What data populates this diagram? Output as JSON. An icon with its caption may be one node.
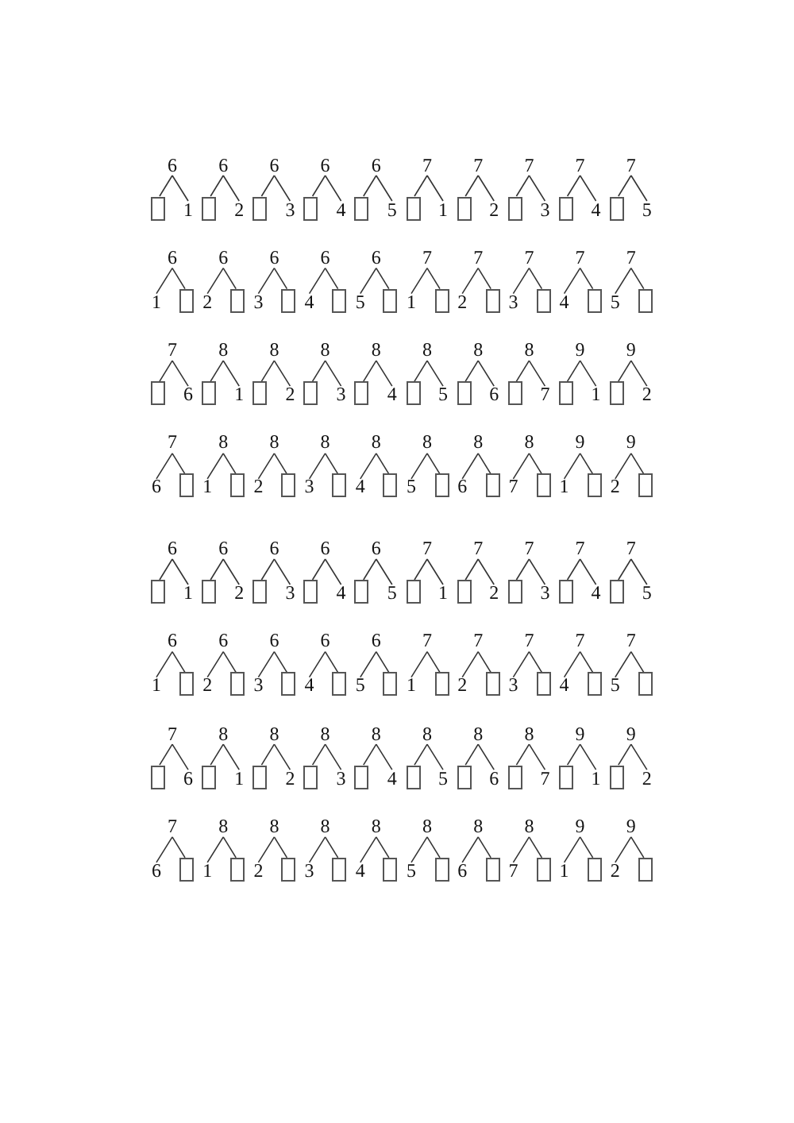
{
  "diagram": {
    "nodes": [
      {
        "text": [
          "6"
        ]
      },
      {
        "text": [],
        "shape": "box"
      },
      {
        "text": [
          "1"
        ]
      },
      {
        "text": [
          "6"
        ]
      },
      {
        "text": [],
        "shape": "box"
      },
      {
        "text": [
          "2"
        ]
      },
      {
        "text": [
          "6"
        ]
      },
      {
        "text": [],
        "shape": "box"
      },
      {
        "text": [
          "3"
        ]
      },
      {
        "text": [
          "6"
        ]
      },
      {
        "text": [],
        "shape": "box"
      },
      {
        "text": [
          "4"
        ]
      },
      {
        "text": [
          "6"
        ]
      },
      {
        "text": [],
        "shape": "box"
      },
      {
        "text": [
          "5"
        ]
      },
      {
        "text": [
          "7"
        ]
      },
      {
        "text": [],
        "shape": "box"
      },
      {
        "text": [
          "1"
        ]
      },
      {
        "text": [
          "7"
        ]
      },
      {
        "text": [],
        "shape": "box"
      },
      {
        "text": [
          "2"
        ]
      },
      {
        "text": [
          "7"
        ]
      },
      {
        "text": [],
        "shape": "box"
      },
      {
        "text": [
          "3"
        ]
      },
      {
        "text": [
          "7"
        ]
      },
      {
        "text": [],
        "shape": "box"
      },
      {
        "text": [
          "4"
        ]
      },
      {
        "text": [
          "7"
        ]
      },
      {
        "text": [],
        "shape": "box"
      },
      {
        "text": [
          "5"
        ]
      },
      {
        "text": [
          "6"
        ]
      },
      {
        "text": [
          "1"
        ]
      },
      {
        "text": [],
        "shape": "box"
      },
      {
        "text": [
          "6"
        ]
      },
      {
        "text": [
          "2"
        ]
      },
      {
        "text": [],
        "shape": "box"
      },
      {
        "text": [
          "6"
        ]
      },
      {
        "text": [
          "3"
        ]
      },
      {
        "text": [],
        "shape": "box"
      },
      {
        "text": [
          "6"
        ]
      },
      {
        "text": [
          "4"
        ]
      },
      {
        "text": [],
        "shape": "box"
      },
      {
        "text": [
          "6"
        ]
      },
      {
        "text": [
          "5"
        ]
      },
      {
        "text": [],
        "shape": "box"
      },
      {
        "text": [
          "7"
        ]
      },
      {
        "text": [
          "1"
        ]
      },
      {
        "text": [],
        "shape": "box"
      },
      {
        "text": [
          "7"
        ]
      },
      {
        "text": [
          "2"
        ]
      },
      {
        "text": [],
        "shape": "box"
      },
      {
        "text": [
          "7"
        ]
      },
      {
        "text": [
          "3"
        ]
      },
      {
        "text": [],
        "shape": "box"
      },
      {
        "text": [
          "7"
        ]
      },
      {
        "text": [
          "4"
        ]
      },
      {
        "text": [],
        "shape": "box"
      },
      {
        "text": [
          "7"
        ]
      },
      {
        "text": [
          "5"
        ]
      },
      {
        "text": [],
        "shape": "box"
      },
      {
        "text": [
          "7"
        ]
      },
      {
        "text": [],
        "shape": "box"
      },
      {
        "text": [
          "6"
        ]
      },
      {
        "text": [
          "8"
        ]
      },
      {
        "text": [],
        "shape": "box"
      },
      {
        "text": [
          "1"
        ]
      },
      {
        "text": [
          "8"
        ]
      },
      {
        "text": [],
        "shape": "box"
      },
      {
        "text": [
          "2"
        ]
      },
      {
        "text": [
          "8"
        ]
      },
      {
        "text": [],
        "shape": "box"
      },
      {
        "text": [
          "3"
        ]
      },
      {
        "text": [
          "8"
        ]
      },
      {
        "text": [],
        "shape": "box"
      },
      {
        "text": [
          "4"
        ]
      },
      {
        "text": [
          "8"
        ]
      },
      {
        "text": [],
        "shape": "box"
      },
      {
        "text": [
          "5"
        ]
      },
      {
        "text": [
          "8"
        ]
      },
      {
        "text": [],
        "shape": "box"
      },
      {
        "text": [
          "6"
        ]
      },
      {
        "text": [
          "8"
        ]
      },
      {
        "text": [],
        "shape": "box"
      },
      {
        "text": [
          "7"
        ]
      },
      {
        "text": [
          "9"
        ]
      },
      {
        "text": [],
        "shape": "box"
      },
      {
        "text": [
          "1"
        ]
      },
      {
        "text": [
          "9"
        ]
      },
      {
        "text": [],
        "shape": "box"
      },
      {
        "text": [
          "2"
        ]
      },
      {
        "text": [
          "7"
        ]
      },
      {
        "text": [
          "6"
        ]
      },
      {
        "text": [],
        "shape": "box"
      },
      {
        "text": [
          "8"
        ]
      },
      {
        "text": [
          "1"
        ]
      },
      {
        "text": [],
        "shape": "box"
      },
      {
        "text": [
          "8"
        ]
      },
      {
        "text": [
          "2"
        ]
      },
      {
        "text": [],
        "shape": "box"
      },
      {
        "text": [
          "8"
        ]
      },
      {
        "text": [
          "3"
        ]
      },
      {
        "text": [],
        "shape": "box"
      },
      {
        "text": [
          "8"
        ]
      },
      {
        "text": [
          "4"
        ]
      },
      {
        "text": [],
        "shape": "box"
      },
      {
        "text": [
          "8"
        ]
      },
      {
        "text": [
          "5"
        ]
      },
      {
        "text": [],
        "shape": "box"
      },
      {
        "text": [
          "8"
        ]
      },
      {
        "text": [
          "6"
        ]
      },
      {
        "text": [],
        "shape": "box"
      },
      {
        "text": [
          "8"
        ]
      },
      {
        "text": [
          "7"
        ]
      },
      {
        "text": [],
        "shape": "box"
      },
      {
        "text": [
          "9"
        ]
      },
      {
        "text": [
          "1"
        ]
      },
      {
        "text": [],
        "shape": "box"
      },
      {
        "text": [
          "9"
        ]
      },
      {
        "text": [
          "2"
        ]
      },
      {
        "text": [],
        "shape": "box"
      },
      {
        "text": [
          "6"
        ]
      },
      {
        "text": [],
        "shape": "box"
      },
      {
        "text": [
          "1"
        ]
      },
      {
        "text": [
          "6"
        ]
      },
      {
        "text": [],
        "shape": "box"
      },
      {
        "text": [
          "2"
        ]
      },
      {
        "text": [
          "6"
        ]
      },
      {
        "text": [],
        "shape": "box"
      },
      {
        "text": [
          "3"
        ]
      },
      {
        "text": [
          "6"
        ]
      },
      {
        "text": [],
        "shape": "box"
      },
      {
        "text": [
          "4"
        ]
      },
      {
        "text": [
          "6"
        ]
      },
      {
        "text": [],
        "shape": "box"
      },
      {
        "text": [
          "5"
        ]
      },
      {
        "text": [
          "7"
        ]
      },
      {
        "text": [],
        "shape": "box"
      },
      {
        "text": [
          "1"
        ]
      },
      {
        "text": [
          "7"
        ]
      },
      {
        "text": [],
        "shape": "box"
      },
      {
        "text": [
          "2"
        ]
      },
      {
        "text": [
          "7"
        ]
      },
      {
        "text": [],
        "shape": "box"
      },
      {
        "text": [
          "3"
        ]
      },
      {
        "text": [
          "7"
        ]
      },
      {
        "text": [],
        "shape": "box"
      },
      {
        "text": [
          "4"
        ]
      },
      {
        "text": [
          "7"
        ]
      },
      {
        "text": [],
        "shape": "box"
      },
      {
        "text": [
          "5"
        ]
      },
      {
        "text": [
          "6"
        ]
      },
      {
        "text": [
          "1"
        ]
      },
      {
        "text": [],
        "shape": "box"
      },
      {
        "text": [
          "6"
        ]
      },
      {
        "text": [
          "2"
        ]
      },
      {
        "text": [],
        "shape": "box"
      },
      {
        "text": [
          "6"
        ]
      },
      {
        "text": [
          "3"
        ]
      },
      {
        "text": [],
        "shape": "box"
      },
      {
        "text": [
          "6"
        ]
      },
      {
        "text": [
          "4"
        ]
      },
      {
        "text": [],
        "shape": "box"
      },
      {
        "text": [
          "6"
        ]
      },
      {
        "text": [
          "5"
        ]
      },
      {
        "text": [],
        "shape": "box"
      },
      {
        "text": [
          "7"
        ]
      },
      {
        "text": [
          "1"
        ]
      },
      {
        "text": [],
        "shape": "box"
      },
      {
        "text": [
          "7"
        ]
      },
      {
        "text": [
          "2"
        ]
      },
      {
        "text": [],
        "shape": "box"
      },
      {
        "text": [
          "7"
        ]
      },
      {
        "text": [
          "3"
        ]
      },
      {
        "text": [],
        "shape": "box"
      },
      {
        "text": [
          "7"
        ]
      },
      {
        "text": [
          "4"
        ]
      },
      {
        "text": [],
        "shape": "box"
      },
      {
        "text": [
          "7"
        ]
      },
      {
        "text": [
          "5"
        ]
      },
      {
        "text": [],
        "shape": "box"
      },
      {
        "text": [
          "7"
        ]
      },
      {
        "text": [],
        "shape": "box"
      },
      {
        "text": [
          "6"
        ]
      },
      {
        "text": [
          "8"
        ]
      },
      {
        "text": [],
        "shape": "box"
      },
      {
        "text": [
          "1"
        ]
      },
      {
        "text": [
          "8"
        ]
      },
      {
        "text": [],
        "shape": "box"
      },
      {
        "text": [
          "2"
        ]
      },
      {
        "text": [
          "8"
        ]
      },
      {
        "text": [],
        "shape": "box"
      },
      {
        "text": [
          "3"
        ]
      },
      {
        "text": [
          "8"
        ]
      },
      {
        "text": [],
        "shape": "box"
      },
      {
        "text": [
          "4"
        ]
      },
      {
        "text": [
          "8"
        ]
      },
      {
        "text": [],
        "shape": "box"
      },
      {
        "text": [
          "5"
        ]
      },
      {
        "text": [
          "8"
        ]
      },
      {
        "text": [],
        "shape": "box"
      },
      {
        "text": [
          "6"
        ]
      },
      {
        "text": [
          "8"
        ]
      },
      {
        "text": [],
        "shape": "box"
      },
      {
        "text": [
          "7"
        ]
      },
      {
        "text": [
          "9"
        ]
      },
      {
        "text": [],
        "shape": "box"
      },
      {
        "text": [
          "1"
        ]
      },
      {
        "text": [
          "9"
        ]
      },
      {
        "text": [],
        "shape": "box"
      },
      {
        "text": [
          "2"
        ]
      },
      {
        "text": [
          "7"
        ]
      },
      {
        "text": [
          "6"
        ]
      },
      {
        "text": [],
        "shape": "box"
      },
      {
        "text": [
          "8"
        ]
      },
      {
        "text": [
          "1"
        ]
      },
      {
        "text": [],
        "shape": "box"
      },
      {
        "text": [
          "8"
        ]
      },
      {
        "text": [
          "2"
        ]
      },
      {
        "text": [],
        "shape": "box"
      },
      {
        "text": [
          "8"
        ]
      },
      {
        "text": [
          "3"
        ]
      },
      {
        "text": [],
        "shape": "box"
      },
      {
        "text": [
          "8"
        ]
      },
      {
        "text": [
          "4"
        ]
      },
      {
        "text": [],
        "shape": "box"
      },
      {
        "text": [
          "8"
        ]
      },
      {
        "text": [
          "5"
        ]
      },
      {
        "text": [],
        "shape": "box"
      },
      {
        "text": [
          "8"
        ]
      },
      {
        "text": [
          "6"
        ]
      },
      {
        "text": [],
        "shape": "box"
      },
      {
        "text": [
          "8"
        ]
      },
      {
        "text": [
          "7"
        ]
      },
      {
        "text": [],
        "shape": "box"
      },
      {
        "text": [
          "9"
        ]
      },
      {
        "text": [
          "1"
        ]
      },
      {
        "text": [],
        "shape": "box"
      },
      {
        "text": [
          "9"
        ]
      },
      {
        "text": [
          "2"
        ]
      },
      {
        "text": [],
        "shape": "box"
      }
    ],
    "edges": [
      {
        "from": 0,
        "to": 1,
        "arrow": "none"
      },
      {
        "from": 0,
        "to": 2,
        "arrow": "none"
      },
      {
        "from": 3,
        "to": 4,
        "arrow": "none"
      },
      {
        "from": 3,
        "to": 5,
        "arrow": "none"
      },
      {
        "from": 6,
        "to": 7,
        "arrow": "none"
      },
      {
        "from": 6,
        "to": 8,
        "arrow": "none"
      },
      {
        "from": 9,
        "to": 10,
        "arrow": "none"
      },
      {
        "from": 9,
        "to": 11,
        "arrow": "none"
      },
      {
        "from": 12,
        "to": 13,
        "arrow": "none"
      },
      {
        "from": 12,
        "to": 14,
        "arrow": "none"
      },
      {
        "from": 15,
        "to": 16,
        "arrow": "none"
      },
      {
        "from": 15,
        "to": 17,
        "arrow": "none"
      },
      {
        "from": 18,
        "to": 19,
        "arrow": "none"
      },
      {
        "from": 18,
        "to": 20,
        "arrow": "none"
      },
      {
        "from": 21,
        "to": 22,
        "arrow": "none"
      },
      {
        "from": 21,
        "to": 23,
        "arrow": "none"
      },
      {
        "from": 24,
        "to": 25,
        "arrow": "none"
      },
      {
        "from": 24,
        "to": 26,
        "arrow": "none"
      },
      {
        "from": 27,
        "to": 28,
        "arrow": "none"
      },
      {
        "from": 27,
        "to": 29,
        "arrow": "none"
      },
      {
        "from": 30,
        "to": 31,
        "arrow": "none"
      },
      {
        "from": 30,
        "to": 32,
        "arrow": "none"
      },
      {
        "from": 33,
        "to": 34,
        "arrow": "none"
      },
      {
        "from": 33,
        "to": 35,
        "arrow": "none"
      },
      {
        "from": 36,
        "to": 37,
        "arrow": "none"
      },
      {
        "from": 36,
        "to": 38,
        "arrow": "none"
      },
      {
        "from": 39,
        "to": 40,
        "arrow": "none"
      },
      {
        "from": 39,
        "to": 41,
        "arrow": "none"
      },
      {
        "from": 42,
        "to": 43,
        "arrow": "none"
      },
      {
        "from": 42,
        "to": 44,
        "arrow": "none"
      },
      {
        "from": 45,
        "to": 46,
        "arrow": "none"
      },
      {
        "from": 45,
        "to": 47,
        "arrow": "none"
      },
      {
        "from": 48,
        "to": 49,
        "arrow": "none"
      },
      {
        "from": 48,
        "to": 50,
        "arrow": "none"
      },
      {
        "from": 51,
        "to": 52,
        "arrow": "none"
      },
      {
        "from": 51,
        "to": 53,
        "arrow": "none"
      },
      {
        "from": 54,
        "to": 55,
        "arrow": "none"
      },
      {
        "from": 54,
        "to": 56,
        "arrow": "none"
      },
      {
        "from": 57,
        "to": 58,
        "arrow": "none"
      },
      {
        "from": 57,
        "to": 59,
        "arrow": "none"
      },
      {
        "from": 60,
        "to": 61,
        "arrow": "none"
      },
      {
        "from": 60,
        "to": 62,
        "arrow": "none"
      },
      {
        "from": 63,
        "to": 64,
        "arrow": "none"
      },
      {
        "from": 63,
        "to": 65,
        "arrow": "none"
      },
      {
        "from": 66,
        "to": 67,
        "arrow": "none"
      },
      {
        "from": 66,
        "to": 68,
        "arrow": "none"
      },
      {
        "from": 69,
        "to": 70,
        "arrow": "none"
      },
      {
        "from": 69,
        "to": 71,
        "arrow": "none"
      },
      {
        "from": 72,
        "to": 73,
        "arrow": "none"
      },
      {
        "from": 72,
        "to": 74,
        "arrow": "none"
      },
      {
        "from": 75,
        "to": 76,
        "arrow": "none"
      },
      {
        "from": 75,
        "to": 77,
        "arrow": "none"
      },
      {
        "from": 78,
        "to": 79,
        "arrow": "none"
      },
      {
        "from": 78,
        "to": 80,
        "arrow": "none"
      },
      {
        "from": 81,
        "to": 82,
        "arrow": "none"
      },
      {
        "from": 81,
        "to": 83,
        "arrow": "none"
      },
      {
        "from": 84,
        "to": 85,
        "arrow": "none"
      },
      {
        "from": 84,
        "to": 86,
        "arrow": "none"
      },
      {
        "from": 87,
        "to": 88,
        "arrow": "none"
      },
      {
        "from": 87,
        "to": 89,
        "arrow": "none"
      },
      {
        "from": 90,
        "to": 91,
        "arrow": "none"
      },
      {
        "from": 90,
        "to": 92,
        "arrow": "none"
      },
      {
        "from": 93,
        "to": 94,
        "arrow": "none"
      },
      {
        "from": 93,
        "to": 95,
        "arrow": "none"
      },
      {
        "from": 96,
        "to": 97,
        "arrow": "none"
      },
      {
        "from": 96,
        "to": 98,
        "arrow": "none"
      },
      {
        "from": 99,
        "to": 100,
        "arrow": "none"
      },
      {
        "from": 99,
        "to": 101,
        "arrow": "none"
      },
      {
        "from": 102,
        "to": 103,
        "arrow": "none"
      },
      {
        "from": 102,
        "to": 104,
        "arrow": "none"
      },
      {
        "from": 105,
        "to": 106,
        "arrow": "none"
      },
      {
        "from": 105,
        "to": 107,
        "arrow": "none"
      },
      {
        "from": 108,
        "to": 109,
        "arrow": "none"
      },
      {
        "from": 108,
        "to": 110,
        "arrow": "none"
      },
      {
        "from": 111,
        "to": 112,
        "arrow": "none"
      },
      {
        "from": 111,
        "to": 113,
        "arrow": "none"
      },
      {
        "from": 114,
        "to": 115,
        "arrow": "none"
      },
      {
        "from": 114,
        "to": 116,
        "arrow": "none"
      },
      {
        "from": 117,
        "to": 118,
        "arrow": "none"
      },
      {
        "from": 117,
        "to": 119,
        "arrow": "none"
      },
      {
        "from": 120,
        "to": 121,
        "arrow": "none"
      },
      {
        "from": 120,
        "to": 122,
        "arrow": "none"
      },
      {
        "from": 123,
        "to": 124,
        "arrow": "none"
      },
      {
        "from": 123,
        "to": 125,
        "arrow": "none"
      },
      {
        "from": 126,
        "to": 127,
        "arrow": "none"
      },
      {
        "from": 126,
        "to": 128,
        "arrow": "none"
      },
      {
        "from": 129,
        "to": 130,
        "arrow": "none"
      },
      {
        "from": 129,
        "to": 131,
        "arrow": "none"
      },
      {
        "from": 132,
        "to": 133,
        "arrow": "none"
      },
      {
        "from": 132,
        "to": 134,
        "arrow": "none"
      },
      {
        "from": 135,
        "to": 136,
        "arrow": "none"
      },
      {
        "from": 135,
        "to": 137,
        "arrow": "none"
      },
      {
        "from": 138,
        "to": 139,
        "arrow": "none"
      },
      {
        "from": 138,
        "to": 140,
        "arrow": "none"
      },
      {
        "from": 141,
        "to": 142,
        "arrow": "none"
      },
      {
        "from": 141,
        "to": 143,
        "arrow": "none"
      },
      {
        "from": 144,
        "to": 145,
        "arrow": "none"
      },
      {
        "from": 144,
        "to": 146,
        "arrow": "none"
      },
      {
        "from": 147,
        "to": 148,
        "arrow": "none"
      },
      {
        "from": 147,
        "to": 149,
        "arrow": "none"
      },
      {
        "from": 150,
        "to": 151,
        "arrow": "none"
      },
      {
        "from": 150,
        "to": 152,
        "arrow": "none"
      },
      {
        "from": 153,
        "to": 154,
        "arrow": "none"
      },
      {
        "from": 153,
        "to": 155,
        "arrow": "none"
      },
      {
        "from": 156,
        "to": 157,
        "arrow": "none"
      },
      {
        "from": 156,
        "to": 158,
        "arrow": "none"
      },
      {
        "from": 159,
        "to": 160,
        "arrow": "none"
      },
      {
        "from": 159,
        "to": 161,
        "arrow": "none"
      },
      {
        "from": 162,
        "to": 163,
        "arrow": "none"
      },
      {
        "from": 162,
        "to": 164,
        "arrow": "none"
      },
      {
        "from": 165,
        "to": 166,
        "arrow": "none"
      },
      {
        "from": 165,
        "to": 167,
        "arrow": "none"
      },
      {
        "from": 168,
        "to": 169,
        "arrow": "none"
      },
      {
        "from": 168,
        "to": 170,
        "arrow": "none"
      },
      {
        "from": 171,
        "to": 172,
        "arrow": "none"
      },
      {
        "from": 171,
        "to": 173,
        "arrow": "none"
      },
      {
        "from": 174,
        "to": 175,
        "arrow": "none"
      },
      {
        "from": 174,
        "to": 176,
        "arrow": "none"
      },
      {
        "from": 177,
        "to": 178,
        "arrow": "none"
      },
      {
        "from": 177,
        "to": 179,
        "arrow": "none"
      },
      {
        "from": 180,
        "to": 181,
        "arrow": "none"
      },
      {
        "from": 180,
        "to": 182,
        "arrow": "none"
      },
      {
        "from": 183,
        "to": 184,
        "arrow": "none"
      },
      {
        "from": 183,
        "to": 185,
        "arrow": "none"
      },
      {
        "from": 186,
        "to": 187,
        "arrow": "none"
      },
      {
        "from": 186,
        "to": 188,
        "arrow": "none"
      },
      {
        "from": 189,
        "to": 190,
        "arrow": "none"
      },
      {
        "from": 189,
        "to": 191,
        "arrow": "none"
      },
      {
        "from": 192,
        "to": 193,
        "arrow": "none"
      },
      {
        "from": 192,
        "to": 194,
        "arrow": "none"
      },
      {
        "from": 195,
        "to": 196,
        "arrow": "none"
      },
      {
        "from": 195,
        "to": 197,
        "arrow": "none"
      },
      {
        "from": 198,
        "to": 199,
        "arrow": "none"
      },
      {
        "from": 198,
        "to": 200,
        "arrow": "none"
      },
      {
        "from": 201,
        "to": 202,
        "arrow": "none"
      },
      {
        "from": 201,
        "to": 203,
        "arrow": "none"
      },
      {
        "from": 204,
        "to": 205,
        "arrow": "none"
      },
      {
        "from": 204,
        "to": 206,
        "arrow": "none"
      },
      {
        "from": 207,
        "to": 208,
        "arrow": "none"
      },
      {
        "from": 207,
        "to": 209,
        "arrow": "none"
      },
      {
        "from": 210,
        "to": 211,
        "arrow": "none"
      },
      {
        "from": 210,
        "to": 212,
        "arrow": "none"
      },
      {
        "from": 213,
        "to": 214,
        "arrow": "none"
      },
      {
        "from": 213,
        "to": 215,
        "arrow": "none"
      },
      {
        "from": 216,
        "to": 217,
        "arrow": "none"
      },
      {
        "from": 216,
        "to": 218,
        "arrow": "none"
      },
      {
        "from": 219,
        "to": 220,
        "arrow": "none"
      },
      {
        "from": 219,
        "to": 221,
        "arrow": "none"
      },
      {
        "from": 222,
        "to": 223,
        "arrow": "none"
      },
      {
        "from": 222,
        "to": 224,
        "arrow": "none"
      },
      {
        "from": 225,
        "to": 226,
        "arrow": "none"
      },
      {
        "from": 225,
        "to": 227,
        "arrow": "none"
      },
      {
        "from": 228,
        "to": 229,
        "arrow": "none"
      },
      {
        "from": 228,
        "to": 230,
        "arrow": "none"
      },
      {
        "from": 231,
        "to": 232,
        "arrow": "none"
      },
      {
        "from": 231,
        "to": 233,
        "arrow": "none"
      },
      {
        "from": 234,
        "to": 235,
        "arrow": "none"
      },
      {
        "from": 234,
        "to": 236,
        "arrow": "none"
      },
      {
        "from": 237,
        "to": 238,
        "arrow": "none"
      },
      {
        "from": 237,
        "to": 239,
        "arrow": "none"
      }
    ]
  }
}
